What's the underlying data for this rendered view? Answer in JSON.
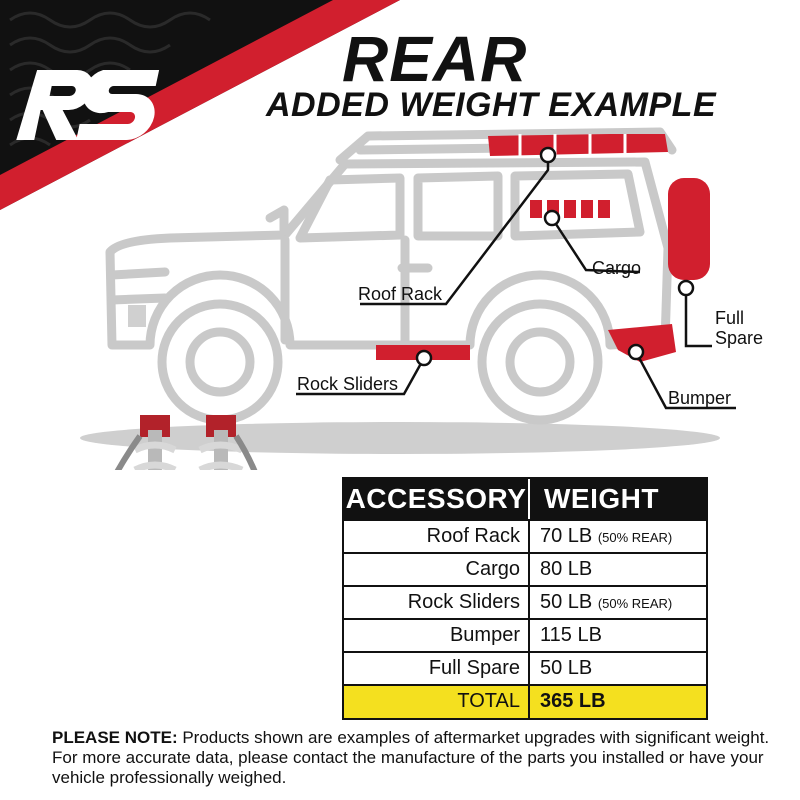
{
  "brand": {
    "logo_text": "RS",
    "accent_color": "#d11f2e",
    "dark_color": "#111111"
  },
  "header": {
    "title": "REAR",
    "subtitle": "ADDED WEIGHT EXAMPLE"
  },
  "callouts": {
    "roof_rack": "Roof Rack",
    "cargo": "Cargo",
    "full_spare_line1": "Full",
    "full_spare_line2": "Spare",
    "rock_sliders": "Rock Sliders",
    "bumper": "Bumper"
  },
  "table": {
    "headers": [
      "ACCESSORY",
      "WEIGHT"
    ],
    "rows": [
      {
        "accessory": "Roof Rack",
        "weight": "70 LB",
        "note": "(50% REAR)"
      },
      {
        "accessory": "Cargo",
        "weight": "80 LB",
        "note": ""
      },
      {
        "accessory": "Rock Sliders",
        "weight": "50 LB",
        "note": "(50% REAR)"
      },
      {
        "accessory": "Bumper",
        "weight": "115 LB",
        "note": ""
      },
      {
        "accessory": "Full Spare",
        "weight": "50 LB",
        "note": ""
      }
    ],
    "total_label": "TOTAL",
    "total_value": "365 LB",
    "total_color": "#f4e01f"
  },
  "footer": {
    "lead": "PLEASE NOTE:",
    "text": " Products shown are examples of aftermarket upgrades with significant weight. For more accurate data, please contact the manufacture of the parts you installed or have your vehicle professionally weighed."
  }
}
